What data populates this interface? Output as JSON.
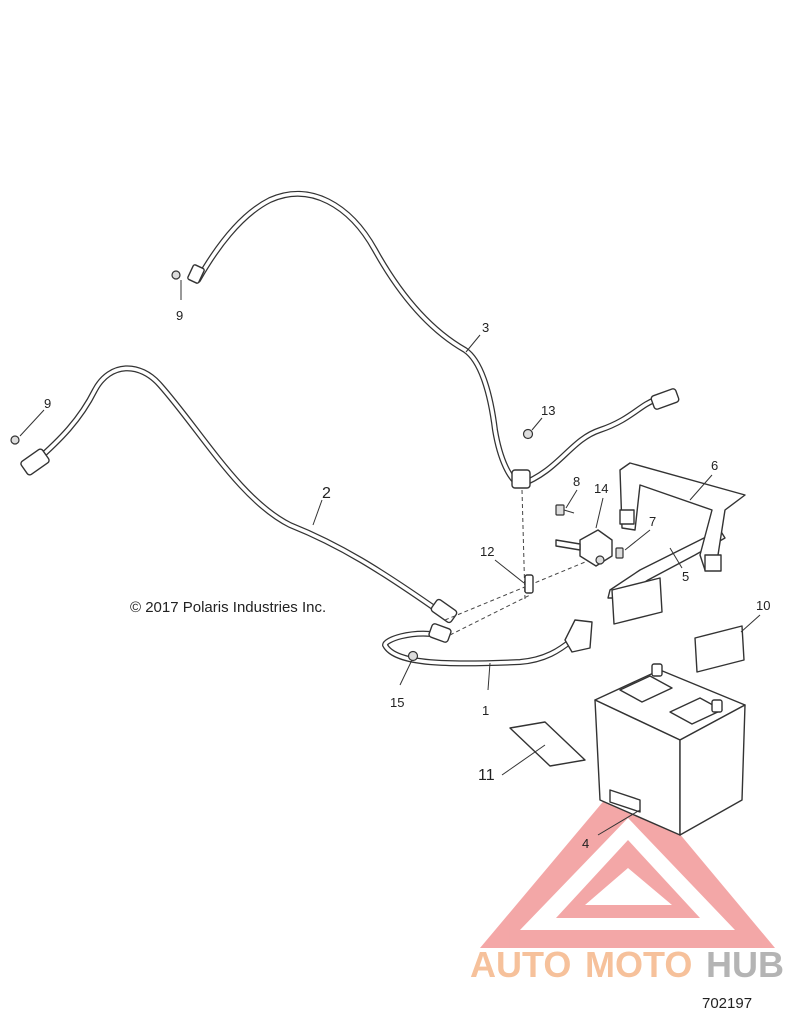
{
  "callouts": {
    "c1": "1",
    "c2": "2",
    "c3": "3",
    "c4": "4",
    "c5": "5",
    "c6": "6",
    "c7": "7",
    "c8": "8",
    "c9a": "9",
    "c9b": "9",
    "c10": "10",
    "c11": "11",
    "c12": "12",
    "c13": "13",
    "c14": "14",
    "c15": "15"
  },
  "copyright": "© 2017 Polaris Industries Inc.",
  "figure_number": "702197",
  "watermark": {
    "auto": "AUTO",
    "moto": "MOTO",
    "hub": "HUB",
    "triangle_color": "#f08a8a",
    "text_color": "#f5b78a",
    "hub_color": "#a8a8a8"
  }
}
